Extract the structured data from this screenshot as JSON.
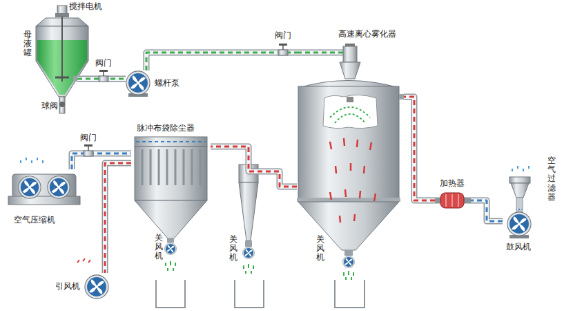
{
  "diagram": {
    "nodes": [
      {
        "text": [
          "母液罐"
        ]
      },
      {
        "text": [
          "螺杆泵"
        ]
      },
      {
        "text": [
          "高速离心雾化器"
        ]
      },
      {
        "text": [
          "脉冲布袋除尘器"
        ]
      },
      {
        "text": [
          "空气压缩机"
        ]
      },
      {
        "text": [
          "加热器"
        ]
      },
      {
        "text": [
          "空气过滤器"
        ]
      },
      {
        "text": [
          "鼓风机"
        ]
      },
      {
        "text": [
          "引风机"
        ]
      }
    ],
    "edges": [
      {
        "from": 0,
        "to": 1,
        "arrow": "none"
      },
      {
        "from": 1,
        "to": 2,
        "arrow": "none"
      },
      {
        "from": 4,
        "to": 3,
        "arrow": "none"
      },
      {
        "from": 2,
        "to": 3,
        "arrow": "none"
      },
      {
        "from": 3,
        "to": 8,
        "arrow": "none"
      },
      {
        "from": 6,
        "to": 7,
        "arrow": "none"
      },
      {
        "from": 7,
        "to": 5,
        "arrow": "none"
      },
      {
        "from": 5,
        "to": 2,
        "arrow": "none"
      }
    ],
    "labels": [
      "搅拌电机",
      "阀门",
      "球阀",
      "阀门",
      "阀门",
      "关风机",
      "关风机",
      "关风机"
    ]
  }
}
